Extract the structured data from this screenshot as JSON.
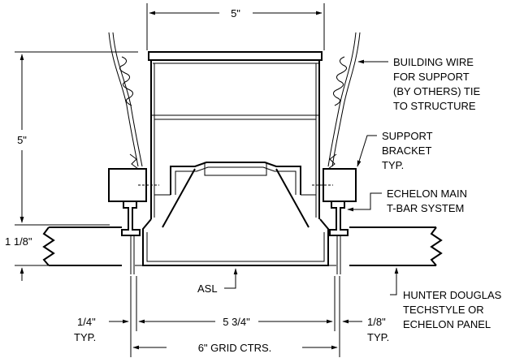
{
  "dimensions": {
    "top_width": "5\"",
    "left_height": "5\"",
    "panel_height": "1 1/8\"",
    "inner_width": "5 3/4\"",
    "grid_centers": "6\" GRID CTRS.",
    "left_gap": "1/4\"",
    "left_gap_note": "TYP.",
    "right_gap": "1/8\"",
    "right_gap_note": "TYP."
  },
  "callouts": {
    "wire": [
      "BUILDING WIRE",
      "FOR SUPPORT",
      "(BY OTHERS) TIE",
      "TO STRUCTURE"
    ],
    "bracket": [
      "SUPPORT",
      "BRACKET",
      "TYP."
    ],
    "tbar": [
      "ECHELON MAIN",
      "T-BAR SYSTEM"
    ],
    "panel": [
      "HUNTER DOUGLAS",
      "TECHSTYLE OR",
      "ECHELON PANEL"
    ],
    "asl": "ASL"
  }
}
